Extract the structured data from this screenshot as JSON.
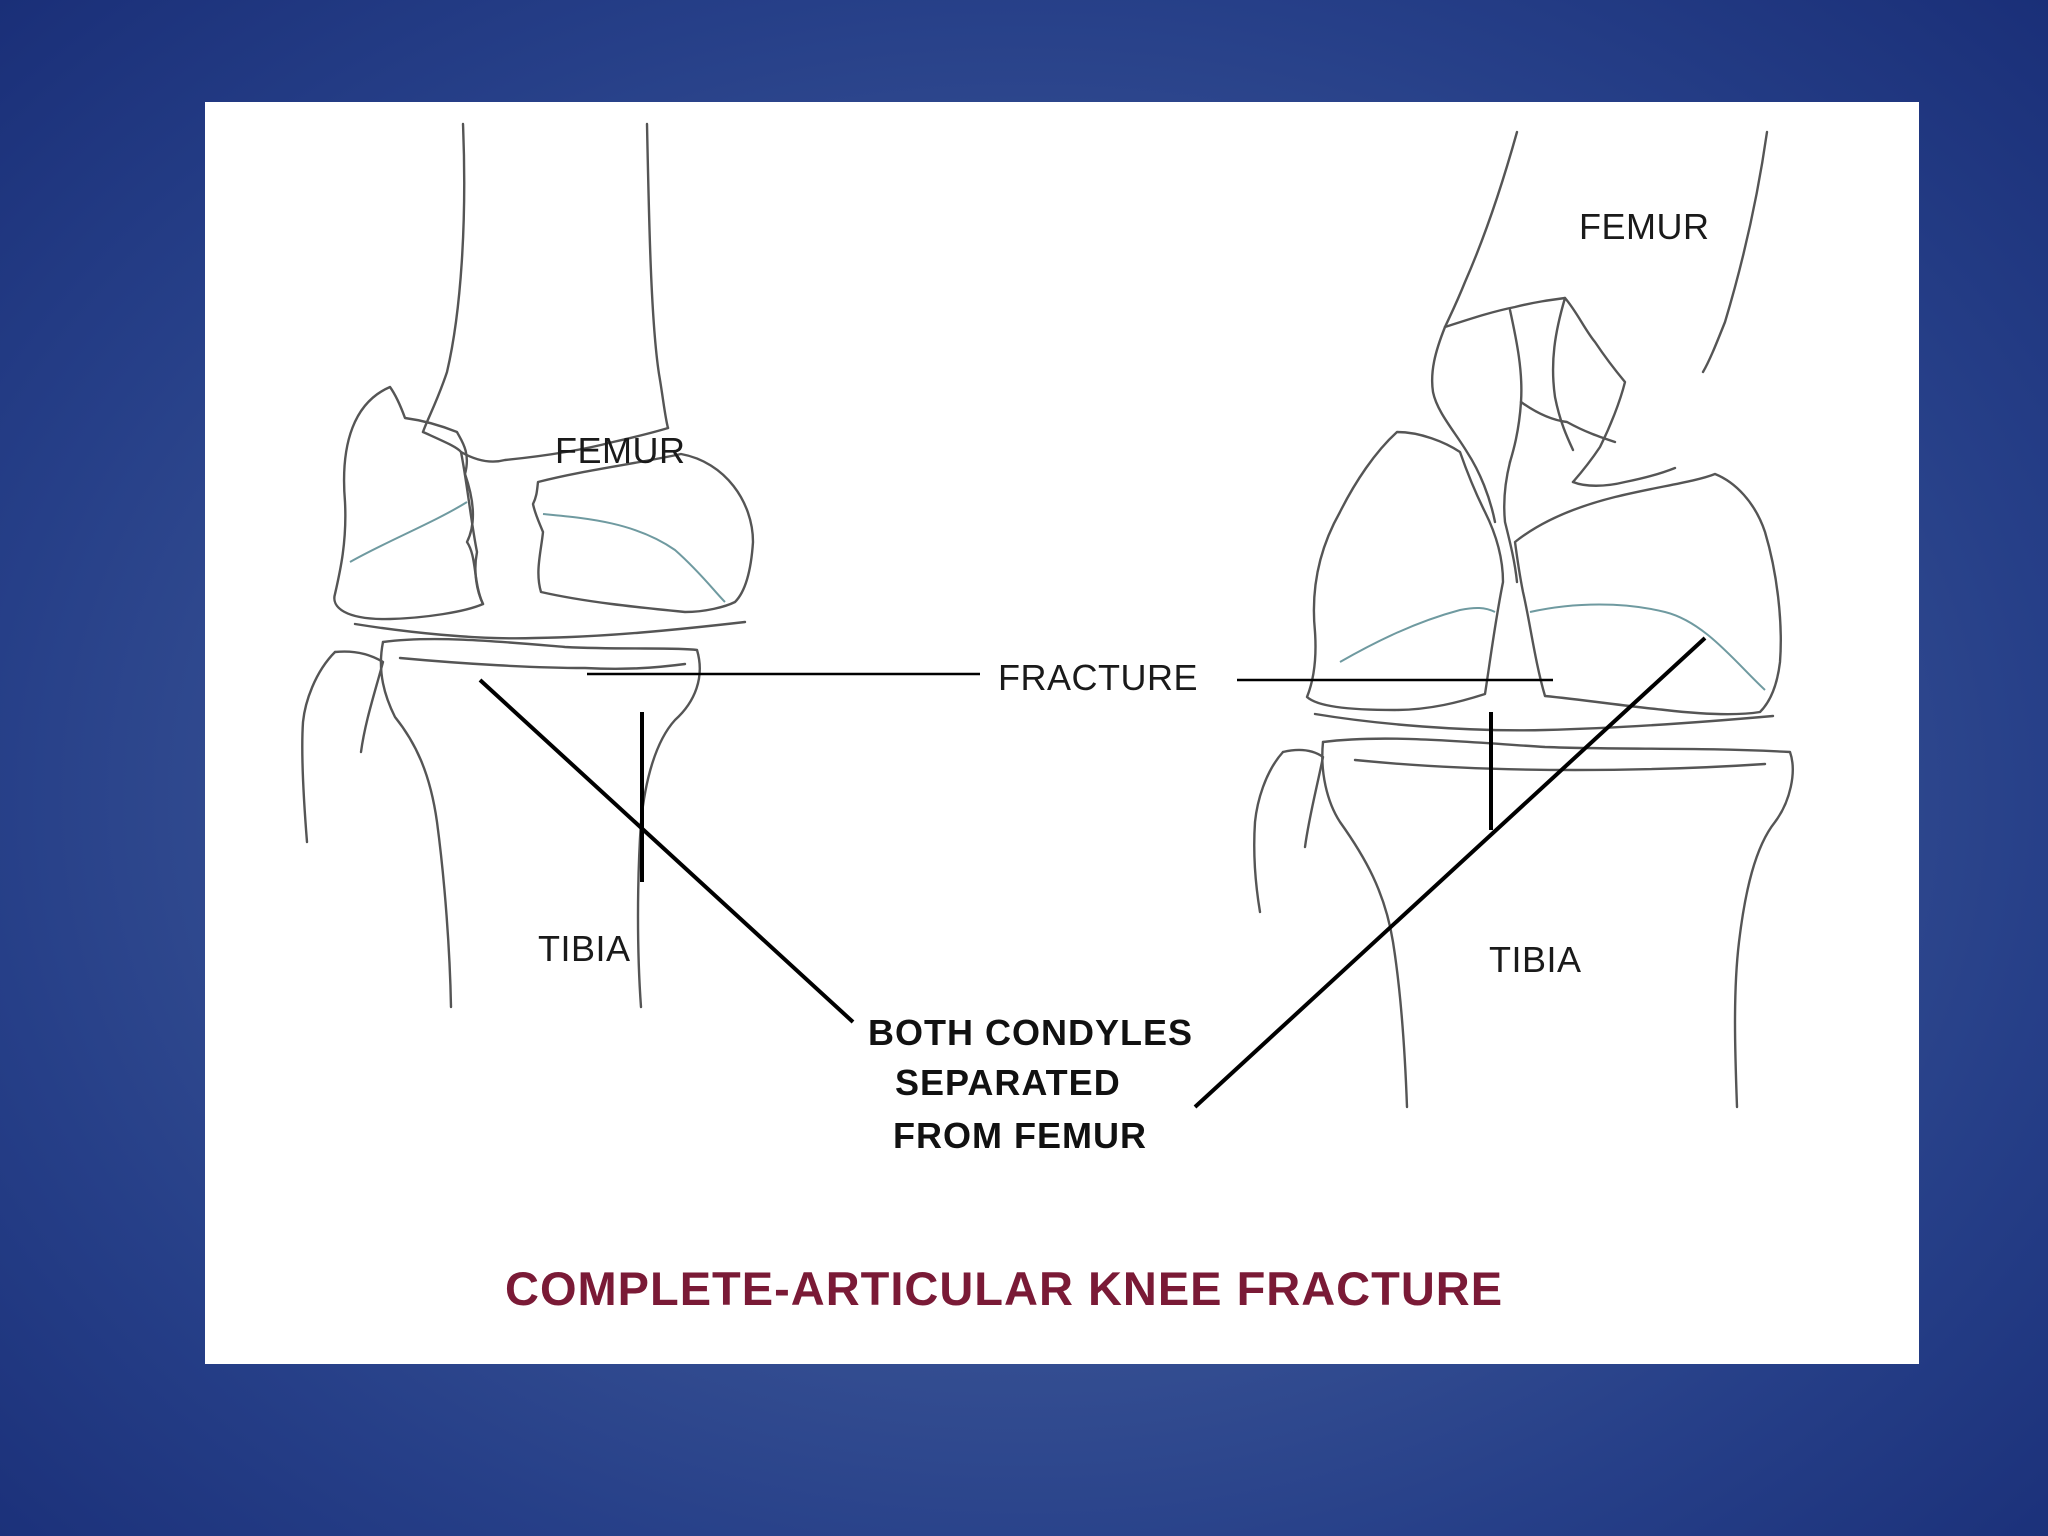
{
  "labels": {
    "femur_left": "FEMUR",
    "femur_right": "FEMUR",
    "tibia_left": "TIBIA",
    "tibia_right": "TIBIA",
    "fracture": "FRACTURE",
    "condyles_line1": "BOTH CONDYLES",
    "condyles_line2": "SEPARATED",
    "condyles_line3": "FROM FEMUR"
  },
  "title": "COMPLETE-ARTICULAR KNEE FRACTURE",
  "colors": {
    "background": "#2c4590",
    "title": "#7a1a36",
    "cartilage": "#6f9aa0"
  }
}
